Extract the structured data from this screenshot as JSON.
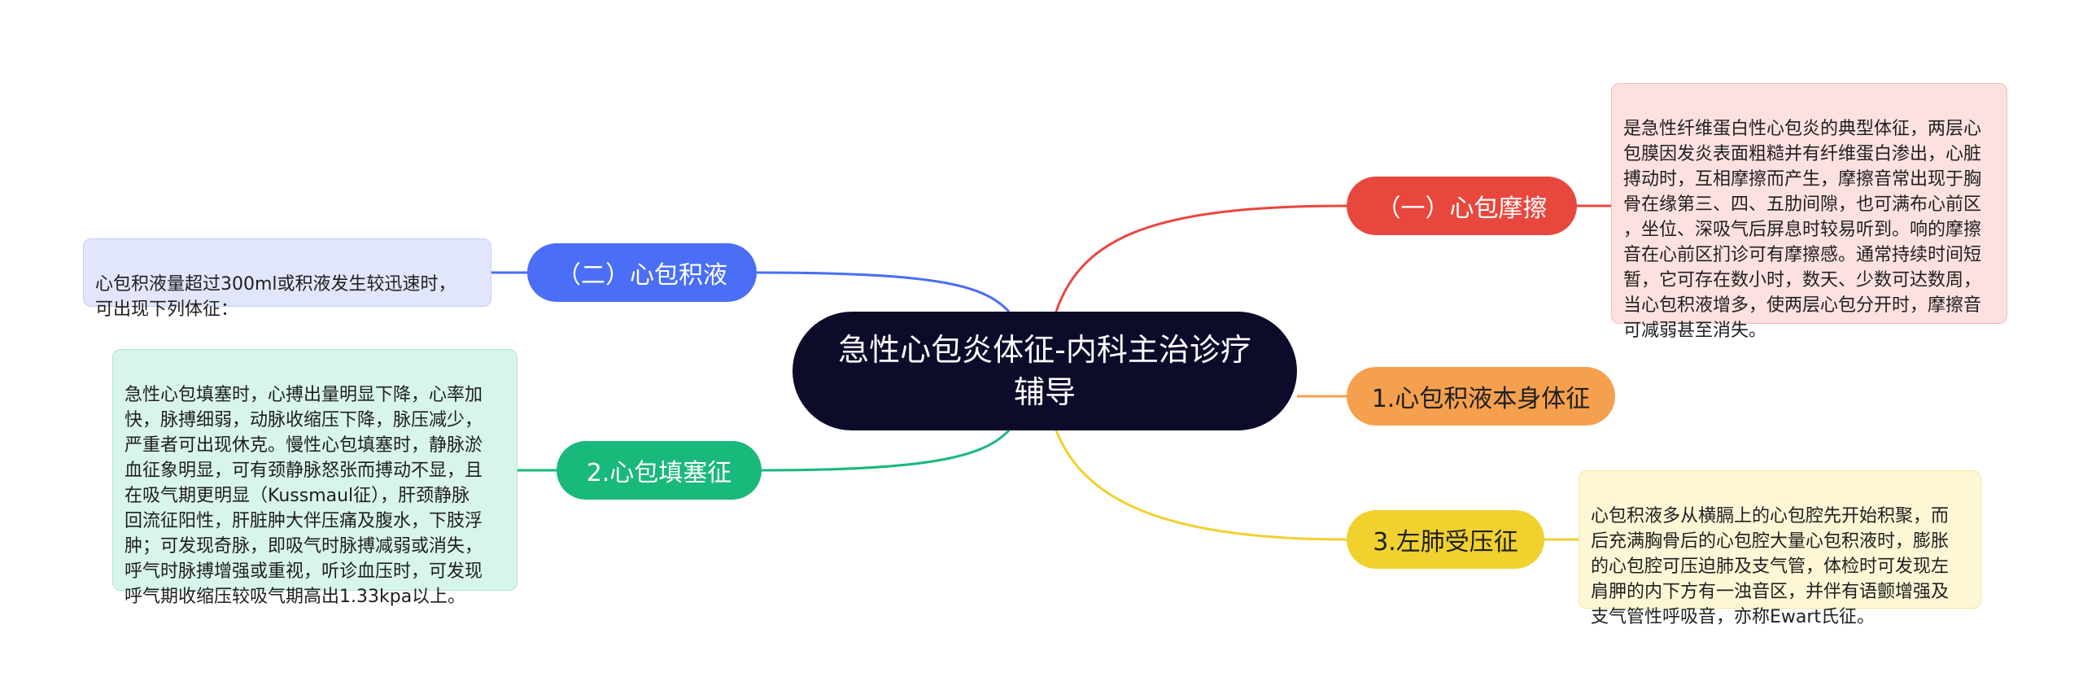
{
  "root": {
    "title": "急性心包炎体征-内科主治诊疗辅导"
  },
  "branches": [
    {
      "id": "b1",
      "label": "（一）心包摩擦",
      "color": "#e8473e",
      "note": "是急性纤维蛋白性心包炎的典型体征，两层心\n包膜因发炎表面粗糙并有纤维蛋白渗出，心脏\n搏动时，互相摩擦而产生，摩擦音常出现于胸\n骨在缘第三、四、五肋间隙，也可满布心前区\n，坐位、深吸气后屏息时较易听到。响的摩擦\n音在心前区扪诊可有摩擦感。通常持续时间短\n暂，它可存在数小时，数天、少数可达数周，\n当心包积液增多，使两层心包分开时，摩擦音\n可减弱甚至消失。",
      "note_bg": "#fde1e0",
      "note_border": "#f5bcb9"
    },
    {
      "id": "b2",
      "label": "1.心包积液本身体征",
      "color": "#f5a04e"
    },
    {
      "id": "b3",
      "label": "3.左肺受压征",
      "color": "#f0d12e",
      "note": "心包积液多从横膈上的心包腔先开始积聚，而\n后充满胸骨后的心包腔大量心包积液时，膨胀\n的心包腔可压迫肺及支气管，体检时可发现左\n肩胛的内下方有一浊音区，并伴有语颤增强及\n支气管性呼吸音，亦称Ewart氏征。",
      "note_bg": "#fdf7d6",
      "note_border": "#f3e6a0"
    },
    {
      "id": "b4",
      "label": "（二）心包积液",
      "color": "#4a6ef5",
      "note": "心包积液量超过300ml或积液发生较迅速时，\n可出现下列体征：",
      "note_bg": "#e2e6fd",
      "note_border": "#c5cdfa"
    },
    {
      "id": "b5",
      "label": "2.心包填塞征",
      "color": "#19b87b",
      "note": "急性心包填塞时，心搏出量明显下降，心率加\n快，脉搏细弱，动脉收缩压下降，脉压减少，\n严重者可出现休克。慢性心包填塞时，静脉淤\n血征象明显，可有颈静脉怒张而搏动不显，且\n在吸气期更明显（Kussmaul征），肝颈静脉\n回流征阳性，肝脏肿大伴压痛及腹水，下肢浮\n肿；可发现奇脉，即吸气时脉搏减弱或消失，\n呼气时脉搏增强或重视，听诊血压时，可发现\n呼气期收缩压较吸气期高出1.33kpa以上。",
      "note_bg": "#d8f5e9",
      "note_border": "#b1e9d2"
    }
  ]
}
